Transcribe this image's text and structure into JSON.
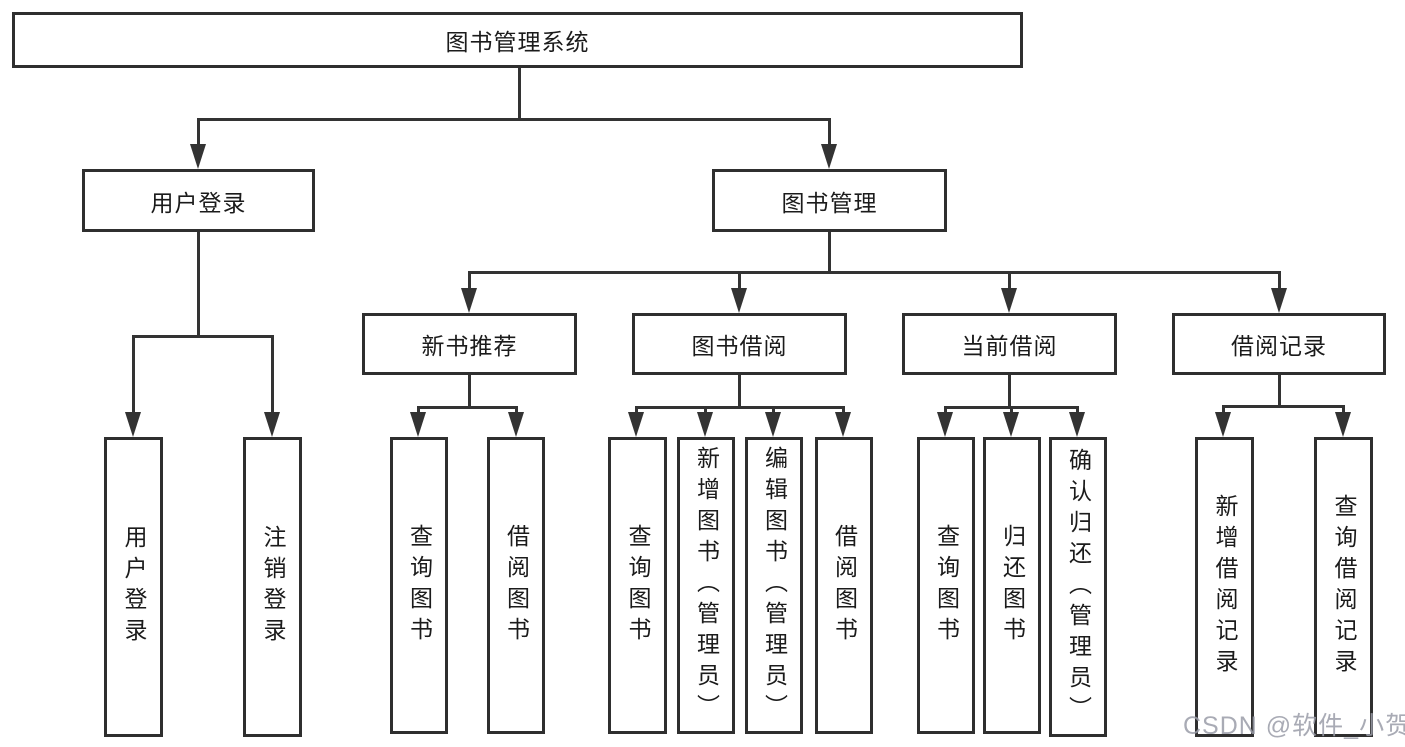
{
  "diagram": {
    "title": "图书管理系统",
    "type": "hierarchy-tree",
    "root": {
      "label": "图书管理系统"
    },
    "level2": [
      {
        "id": "user-login",
        "label": "用户登录"
      },
      {
        "id": "book-management",
        "label": "图书管理"
      }
    ],
    "level3": [
      {
        "id": "new-book-recommendation",
        "label": "新书推荐",
        "parent": "图书管理"
      },
      {
        "id": "book-borrowing",
        "label": "图书借阅",
        "parent": "图书管理"
      },
      {
        "id": "current-borrowing",
        "label": "当前借阅",
        "parent": "图书管理"
      },
      {
        "id": "borrowing-records",
        "label": "借阅记录",
        "parent": "图书管理"
      }
    ],
    "leaves": {
      "user_login": [
        "用户登录",
        "注销登录"
      ],
      "new_book_recommendation": [
        "查询图书",
        "借阅图书"
      ],
      "book_borrowing": [
        "查询图书",
        "新增图书（管理员）",
        "编辑图书（管理员）",
        "借阅图书"
      ],
      "current_borrowing": [
        "查询图书",
        "归还图书",
        "确认归还（管理员）"
      ],
      "borrowing_records": [
        "新增借阅记录",
        "查询借阅记录"
      ]
    },
    "colors": {
      "line": "#333333",
      "box_border": "#2f2f2f",
      "box_background": "#ffffff",
      "text": "#1b1b1b",
      "watermark": "#9a9ca8"
    }
  },
  "watermark": {
    "text": "CSDN @软件_小贺同学"
  }
}
